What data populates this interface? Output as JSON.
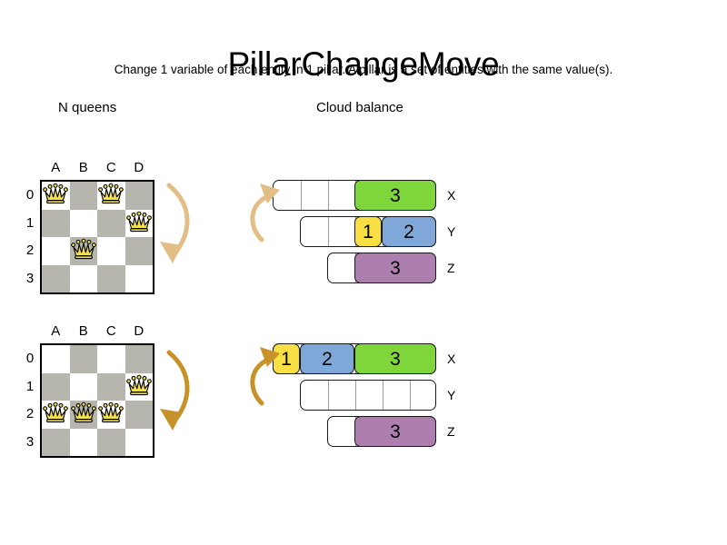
{
  "header": {
    "title": "PillarChangeMove",
    "subtitle": "Change 1 variable of each entity in 1 pillar. A pillar is a set of entities with the same value(s)."
  },
  "sections": {
    "nqueens_caption": "N queens",
    "cloud_caption": "Cloud balance"
  },
  "colors": {
    "light_cell": "#ffffff",
    "dark_cell": "#b6b6ae",
    "queen_fill": "#f2e14c",
    "queen_stroke": "#000000",
    "green": "#7ed63a",
    "blue": "#7fa8d8",
    "yellow": "#f7df44",
    "purple": "#ae7fae",
    "arrow_light": "#e2bd86",
    "arrow_dark": "#c8922a",
    "bar_border": "#1a1a1a",
    "tick": "#9a9a9a"
  },
  "nqueens": {
    "column_labels": [
      "A",
      "B",
      "C",
      "D"
    ],
    "row_labels": [
      "0",
      "1",
      "2",
      "3"
    ],
    "boards": [
      {
        "name": "before",
        "queens": [
          {
            "col": 0,
            "row": 0
          },
          {
            "col": 2,
            "row": 0
          },
          {
            "col": 3,
            "row": 1
          },
          {
            "col": 1,
            "row": 2
          }
        ]
      },
      {
        "name": "after",
        "queens": [
          {
            "col": 3,
            "row": 1
          },
          {
            "col": 0,
            "row": 2
          },
          {
            "col": 1,
            "row": 2
          },
          {
            "col": 2,
            "row": 2
          }
        ]
      }
    ]
  },
  "cloud_balance": {
    "groups": [
      {
        "name": "before",
        "bars": [
          {
            "label": "X",
            "capacity_slots": 6,
            "empty_slots": 3,
            "segments": [
              {
                "value": "3",
                "color": "#7ed63a",
                "slots": 3
              }
            ]
          },
          {
            "label": "Y",
            "capacity_slots": 5,
            "empty_slots": 2,
            "segments": [
              {
                "value": "1",
                "color": "#f7df44",
                "slots": 1
              },
              {
                "value": "2",
                "color": "#7fa8d8",
                "slots": 2
              }
            ]
          },
          {
            "label": "Z",
            "capacity_slots": 4,
            "empty_slots": 1,
            "segments": [
              {
                "value": "3",
                "color": "#ae7fae",
                "slots": 3
              }
            ]
          }
        ]
      },
      {
        "name": "after",
        "bars": [
          {
            "label": "X",
            "capacity_slots": 6,
            "empty_slots": 0,
            "segments": [
              {
                "value": "1",
                "color": "#f7df44",
                "slots": 1
              },
              {
                "value": "2",
                "color": "#7fa8d8",
                "slots": 2
              },
              {
                "value": "3",
                "color": "#7ed63a",
                "slots": 3
              }
            ]
          },
          {
            "label": "Y",
            "capacity_slots": 5,
            "empty_slots": 5,
            "segments": []
          },
          {
            "label": "Z",
            "capacity_slots": 4,
            "empty_slots": 1,
            "segments": [
              {
                "value": "3",
                "color": "#ae7fae",
                "slots": 3
              }
            ]
          }
        ]
      }
    ]
  }
}
